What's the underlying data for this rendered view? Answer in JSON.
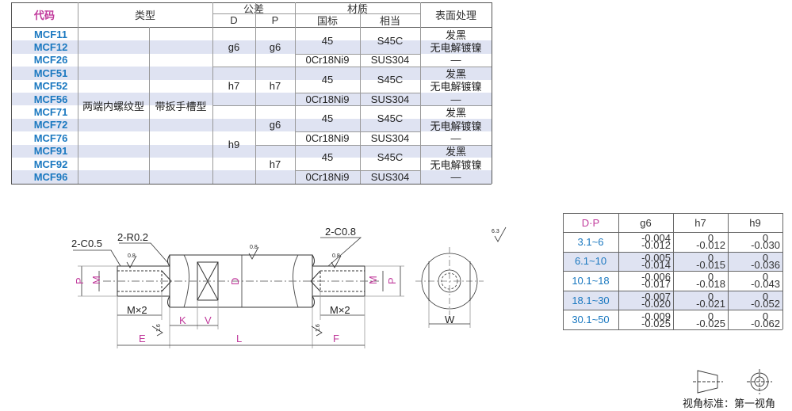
{
  "spec_table": {
    "headers": {
      "code": "代码",
      "type": "类型",
      "tolerance": "公差",
      "tol_d": "D",
      "tol_p": "P",
      "material": "材质",
      "mat_gb": "国标",
      "mat_eq": "相当",
      "surface": "表面处理"
    },
    "codes": [
      "MCF11",
      "MCF12",
      "MCF26",
      "MCF51",
      "MCF52",
      "MCF56",
      "MCF71",
      "MCF72",
      "MCF76",
      "MCF91",
      "MCF92",
      "MCF96"
    ],
    "type_1": "两端内螺纹型",
    "type_2": "带扳手槽型",
    "tol_d_values": [
      "g6",
      "h7",
      "h9"
    ],
    "tol_p_values": [
      "g6",
      "h7",
      "g6",
      "h7"
    ],
    "material_gb": [
      "45",
      "0Cr18Ni9",
      "45",
      "0Cr18Ni9",
      "45",
      "0Cr18Ni9",
      "45",
      "0Cr18Ni9"
    ],
    "material_eq": [
      "S45C",
      "SUS304",
      "S45C",
      "SUS304",
      "S45C",
      "SUS304",
      "S45C",
      "SUS304"
    ],
    "surface": [
      "发黑",
      "无电解镀镍",
      "—",
      "发黑",
      "无电解镀镍",
      "—",
      "发黑",
      "无电解镀镍",
      "—",
      "发黑",
      "无电解镀镍",
      "—"
    ]
  },
  "dp_table": {
    "header": "D·P",
    "columns": [
      "g6",
      "h7",
      "h9"
    ],
    "rows": [
      {
        "range": "3.1~6",
        "g6": [
          "-0.004",
          "-0.012"
        ],
        "h7": [
          "0",
          "-0.012"
        ],
        "h9": [
          "0",
          "-0.030"
        ]
      },
      {
        "range": "6.1~10",
        "g6": [
          "-0.005",
          "-0.014"
        ],
        "h7": [
          "0",
          "-0.015"
        ],
        "h9": [
          "0",
          "-0.036"
        ]
      },
      {
        "range": "10.1~18",
        "g6": [
          "-0.006",
          "-0.017"
        ],
        "h7": [
          "0",
          "-0.018"
        ],
        "h9": [
          "0",
          "-0.043"
        ]
      },
      {
        "range": "18.1~30",
        "g6": [
          "-0.007",
          "-0.020"
        ],
        "h7": [
          "0",
          "-0.021"
        ],
        "h9": [
          "0",
          "-0.052"
        ]
      },
      {
        "range": "30.1~50",
        "g6": [
          "-0.009",
          "-0.025"
        ],
        "h7": [
          "0",
          "-0.025"
        ],
        "h9": [
          "0",
          "-0.062"
        ]
      }
    ],
    "row_fill": "#dfe3f2"
  },
  "drawing": {
    "chamfer_left": "2-C0.5",
    "radius": "2-R0.2",
    "chamfer_right": "2-C0.8",
    "rough_08": "0.8",
    "rough_16": "1.6",
    "rough_63": "6.3",
    "dim_p": "P",
    "dim_m": "M",
    "dim_d": "D",
    "dim_mx2": "M×2",
    "dim_k": "K",
    "dim_v": "V",
    "dim_e": "E",
    "dim_l": "L",
    "dim_f": "F",
    "dim_w": "W"
  },
  "view_note": "视角标准：第一视角",
  "colors": {
    "code_blue": "#1a78c0",
    "magenta": "#c0399b",
    "stripe": "#dfe3f2",
    "part_line": "#333333"
  }
}
